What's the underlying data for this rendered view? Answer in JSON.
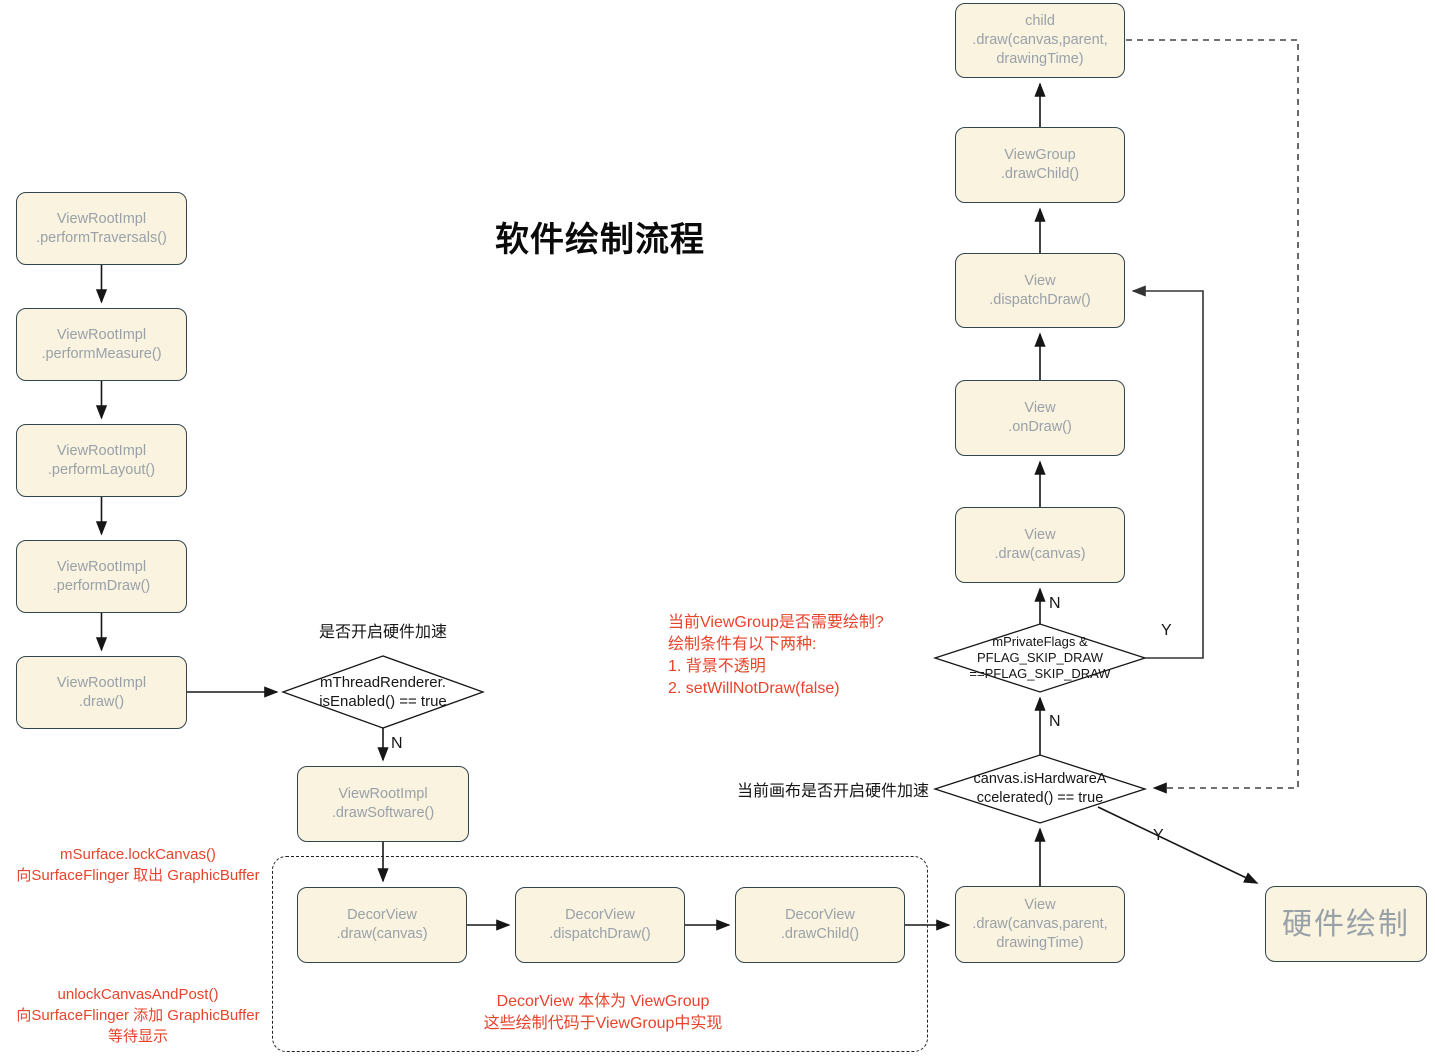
{
  "title": "软件绘制流程",
  "nodes": {
    "perform_traversals": "ViewRootImpl\n.performTraversals()",
    "perform_measure": "ViewRootImpl\n.performMeasure()",
    "perform_layout": "ViewRootImpl\n.performLayout()",
    "perform_draw": "ViewRootImpl\n.performDraw()",
    "draw": "ViewRootImpl\n.draw()",
    "draw_software": "ViewRootImpl\n.drawSoftware()",
    "decor_draw": "DecorView\n.draw(canvas)",
    "decor_dispatch_draw": "DecorView\n.dispatchDraw()",
    "decor_draw_child": "DecorView\n.drawChild()",
    "view_draw_canvas_parent": "View\n.draw(canvas,parent,\ndrawingTime)",
    "hardware_draw": "硬件绘制",
    "child_draw": "child\n.draw(canvas,parent,\ndrawingTime)",
    "viewgroup_draw_child": "ViewGroup\n.drawChild()",
    "view_dispatch_draw": "View\n.dispatchDraw()",
    "view_on_draw": "View\n.onDraw()",
    "view_draw_canvas": "View\n.draw(canvas)"
  },
  "decisions": {
    "thread_renderer_enabled": "mThreadRenderer.\nisEnabled() == true",
    "pflag_skip_draw": "mPrivateFlags &\nPFLAG_SKIP_DRAW\n==PFLAG_SKIP_DRAW",
    "canvas_hw_accelerated": "canvas.isHardwareA\nccelerated() == true"
  },
  "labels": {
    "hw_question": "是否开启硬件加速",
    "canvas_hw_question": "当前画布是否开启硬件加速",
    "n_to_draw_software": "N",
    "n_to_view_draw_canvas": "N",
    "n_to_pflag_check": "N",
    "y_skip_draw_loop": "Y",
    "y_to_hardware": "Y"
  },
  "annotations": {
    "lock_canvas": "mSurface.lockCanvas()\n向SurfaceFlinger 取出 GraphicBuffer",
    "unlock_post": "unlockCanvasAndPost()\n向SurfaceFlinger 添加 GraphicBuffer\n等待显示",
    "viewgroup_need_draw": "当前ViewGroup是否需要绘制?\n绘制条件有以下两种:\n1. 背景不透明\n2. setWillNotDraw(false)",
    "decorview_note": "DecorView 本体为 ViewGroup\n这些绘制代码于ViewGroup中实现"
  },
  "colors": {
    "node_fill": "#faf3e0",
    "node_border": "#33454c",
    "node_text": "#99a1a8",
    "annotation_red": "#e8432b",
    "line_black": "#161616",
    "line_gray": "#444444"
  }
}
